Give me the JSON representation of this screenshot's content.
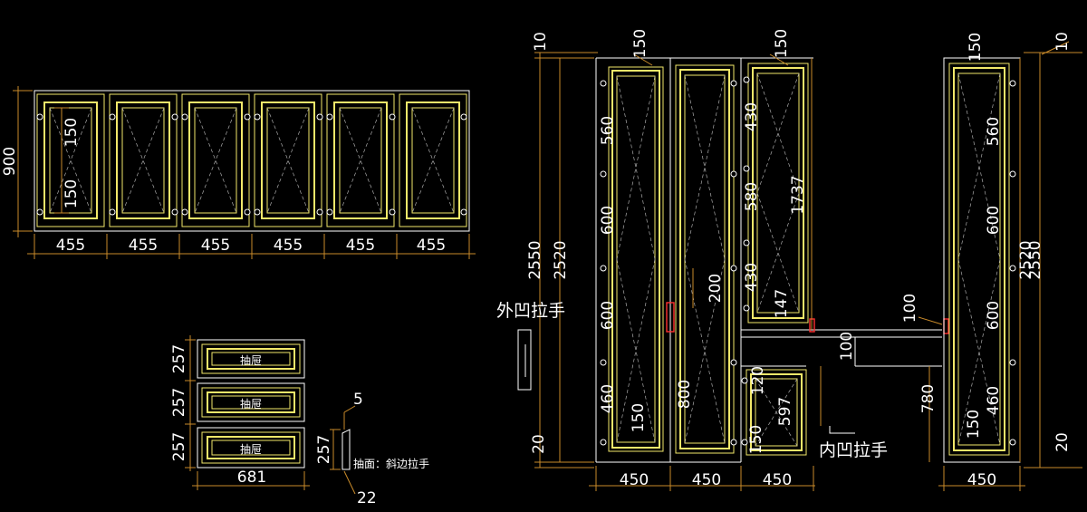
{
  "upper_cabinet": {
    "height_dim": "900",
    "rail_dims": [
      "150",
      "150"
    ],
    "door_widths": [
      "455",
      "455",
      "455",
      "455",
      "455",
      "455"
    ]
  },
  "drawers": {
    "drawer_label": "抽屉",
    "heights": [
      "257",
      "257",
      "257"
    ],
    "total_width": "681",
    "side_profile": {
      "top_dim": "5",
      "height_dim": "257",
      "bottom_dim": "22",
      "note": "抽面：斜边拉手"
    }
  },
  "wardrobe": {
    "total_height": "2550",
    "inner_height": "2520",
    "top_offset": "10",
    "base_height": "20",
    "left_panel_dims": [
      "560",
      "600",
      "600",
      "460"
    ],
    "frame_top": "150",
    "frame_bottom": "150",
    "middle_dims": [
      "200",
      "800"
    ],
    "right_upper_dims": [
      "430",
      "580",
      "430",
      "147"
    ],
    "right_upper_total": "1737",
    "right_lower_dims": [
      "120",
      "597",
      "150"
    ],
    "gap_dim": "100",
    "column_widths": [
      "450",
      "450",
      "450"
    ],
    "handle_outer_label": "外凹拉手",
    "handle_inner_label": "内凹拉手"
  },
  "tall_unit": {
    "total_height": "2550",
    "inner_height": "2520",
    "top_offset": "10",
    "base_height": "20",
    "top_frame": "150",
    "panel_dims": [
      "560",
      "600",
      "600",
      "460"
    ],
    "bottom_frame": "150",
    "side_dims": [
      "100",
      "780"
    ],
    "width": "450"
  }
}
